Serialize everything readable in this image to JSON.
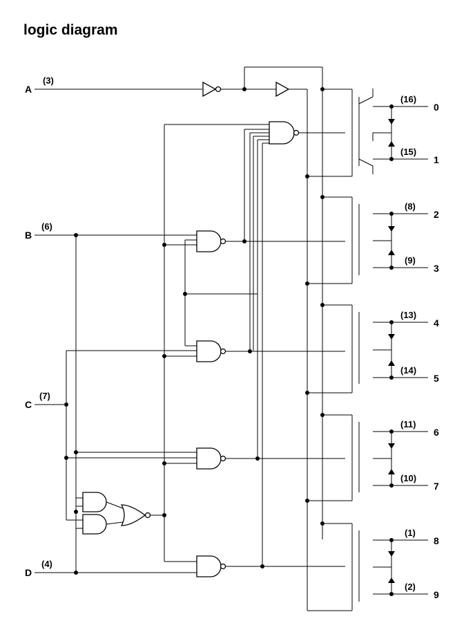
{
  "title": "logic diagram",
  "inputs": [
    {
      "name": "A",
      "pin": "(3)"
    },
    {
      "name": "B",
      "pin": "(6)"
    },
    {
      "name": "C",
      "pin": "(7)"
    },
    {
      "name": "D",
      "pin": "(4)"
    }
  ],
  "outputs": [
    {
      "name": "0",
      "pin": "(16)"
    },
    {
      "name": "1",
      "pin": "(15)"
    },
    {
      "name": "2",
      "pin": "(8)"
    },
    {
      "name": "3",
      "pin": "(9)"
    },
    {
      "name": "4",
      "pin": "(13)"
    },
    {
      "name": "5",
      "pin": "(14)"
    },
    {
      "name": "6",
      "pin": "(11)"
    },
    {
      "name": "7",
      "pin": "(10)"
    },
    {
      "name": "8",
      "pin": "(1)"
    },
    {
      "name": "9",
      "pin": "(2)"
    }
  ]
}
